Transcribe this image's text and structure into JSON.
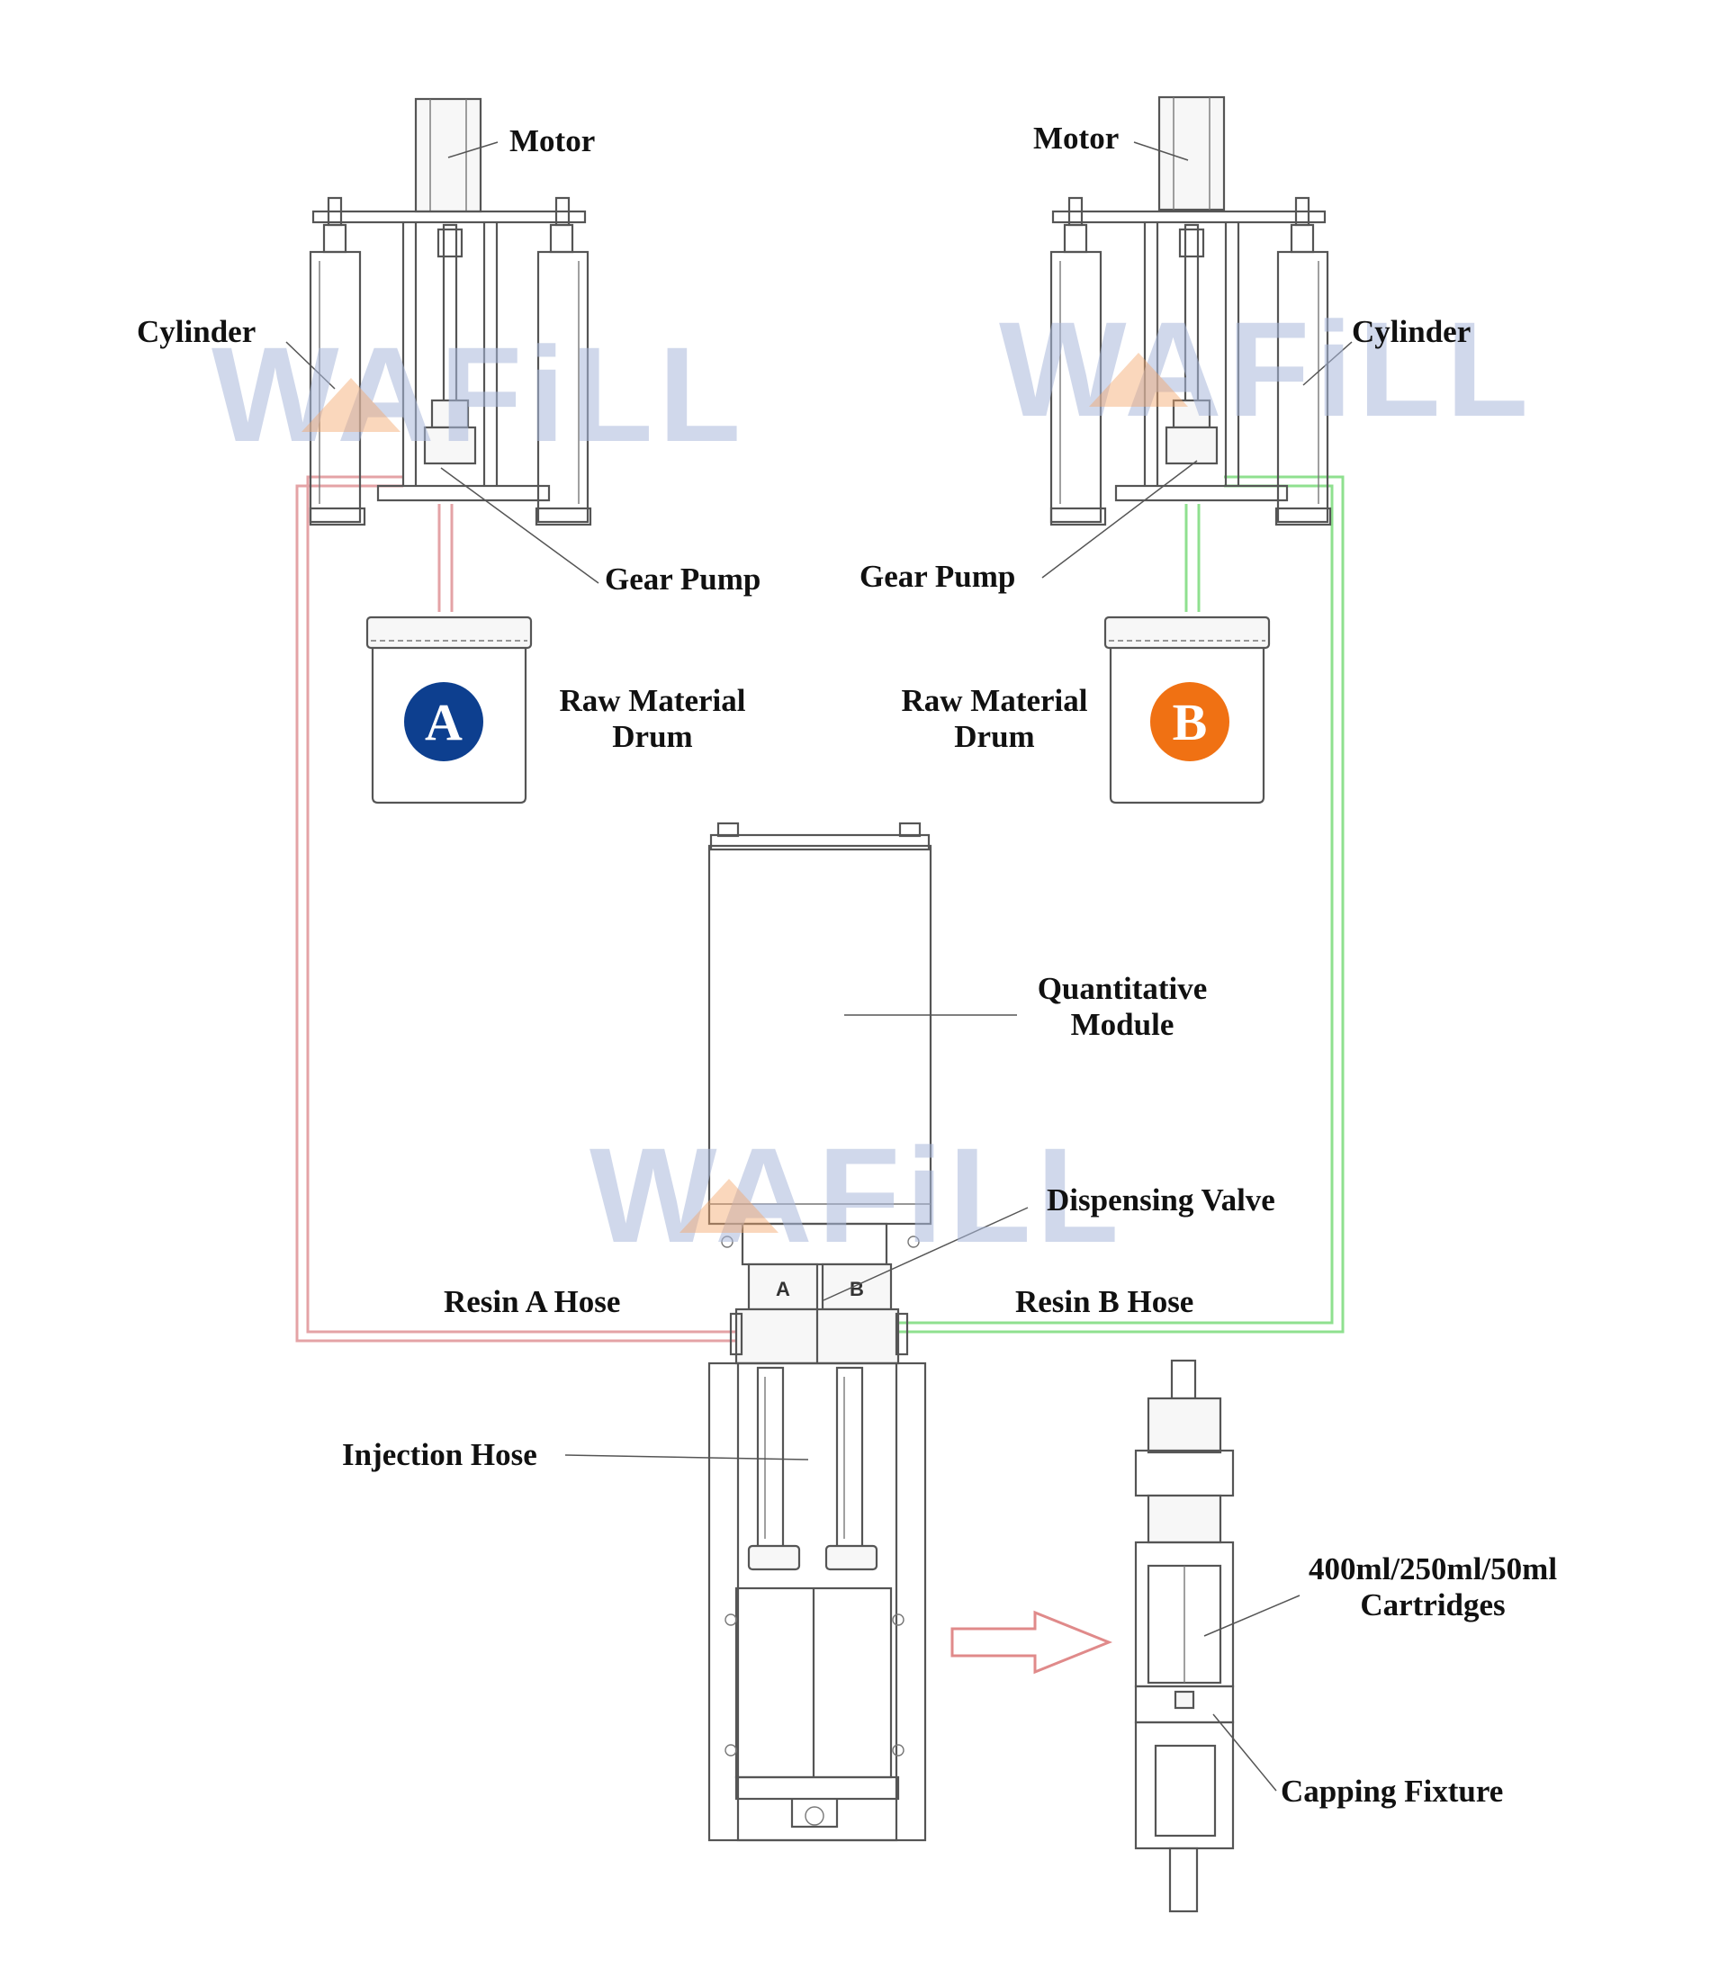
{
  "labels": {
    "motor_left": "Motor",
    "motor_right": "Motor",
    "cylinder_left": "Cylinder",
    "cylinder_right": "Cylinder",
    "gear_pump_left": "Gear Pump",
    "gear_pump_right": "Gear Pump",
    "raw_drum_left_line1": "Raw Material",
    "raw_drum_left_line2": "Drum",
    "raw_drum_right_line1": "Raw Material",
    "raw_drum_right_line2": "Drum",
    "quant_line1": "Quantitative",
    "quant_line2": "Module",
    "dispensing_valve": "Dispensing Valve",
    "resin_a_hose": "Resin A Hose",
    "resin_b_hose": "Resin B Hose",
    "injection_hose": "Injection Hose",
    "cartridges_line1": "400ml/250ml/50ml",
    "cartridges_line2": "Cartridges",
    "capping_fixture": "Capping Fixture"
  },
  "badges": {
    "a": "A",
    "b": "B",
    "valve_a": "A",
    "valve_b": "B"
  },
  "watermark": {
    "text": "WAFiLL"
  },
  "colors": {
    "badge_a": "#0d3f8f",
    "badge_b": "#f07113",
    "hose_a": "#e4a3a6",
    "hose_b": "#8fe08f",
    "arrow": "#e08a8a",
    "watermark": "#aab9dc",
    "watermark_accent": "#f5a66a"
  }
}
